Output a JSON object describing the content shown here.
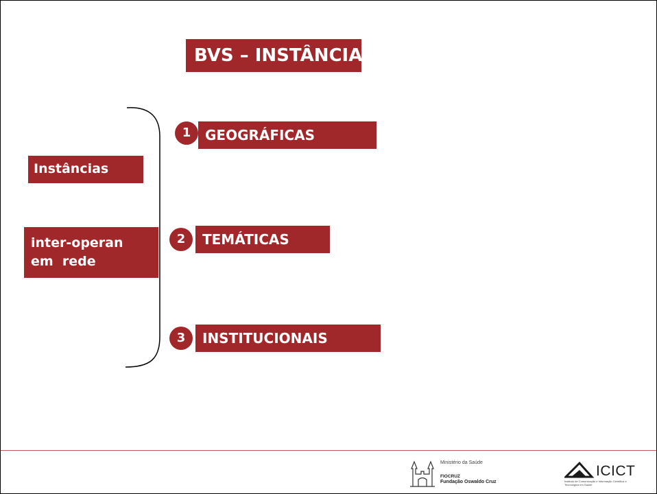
{
  "slide": {
    "title": "BVS – INSTÂNCIAS",
    "left_box_1": "Instâncias",
    "left_box_2_line1": "inter-operan",
    "left_box_2_line2": "em  rede",
    "items": [
      {
        "number": "1",
        "label": "GEOGRÁFICAS"
      },
      {
        "number": "2",
        "label": "TEMÁTICAS"
      },
      {
        "number": "3",
        "label": "INSTITUCIONAIS"
      }
    ]
  },
  "footer": {
    "ministry": "Ministério da Saúde",
    "fiocruz_short": "FIOCRUZ",
    "fiocruz_full": "Fundação Oswaldo Cruz",
    "icict": "ICICT",
    "icict_subtitle": "Instituto de Comunicação e Informação Científica e Tecnológica em Saúde"
  },
  "colors": {
    "accent": "#a0282b",
    "footer_line": "#c45a5a"
  }
}
